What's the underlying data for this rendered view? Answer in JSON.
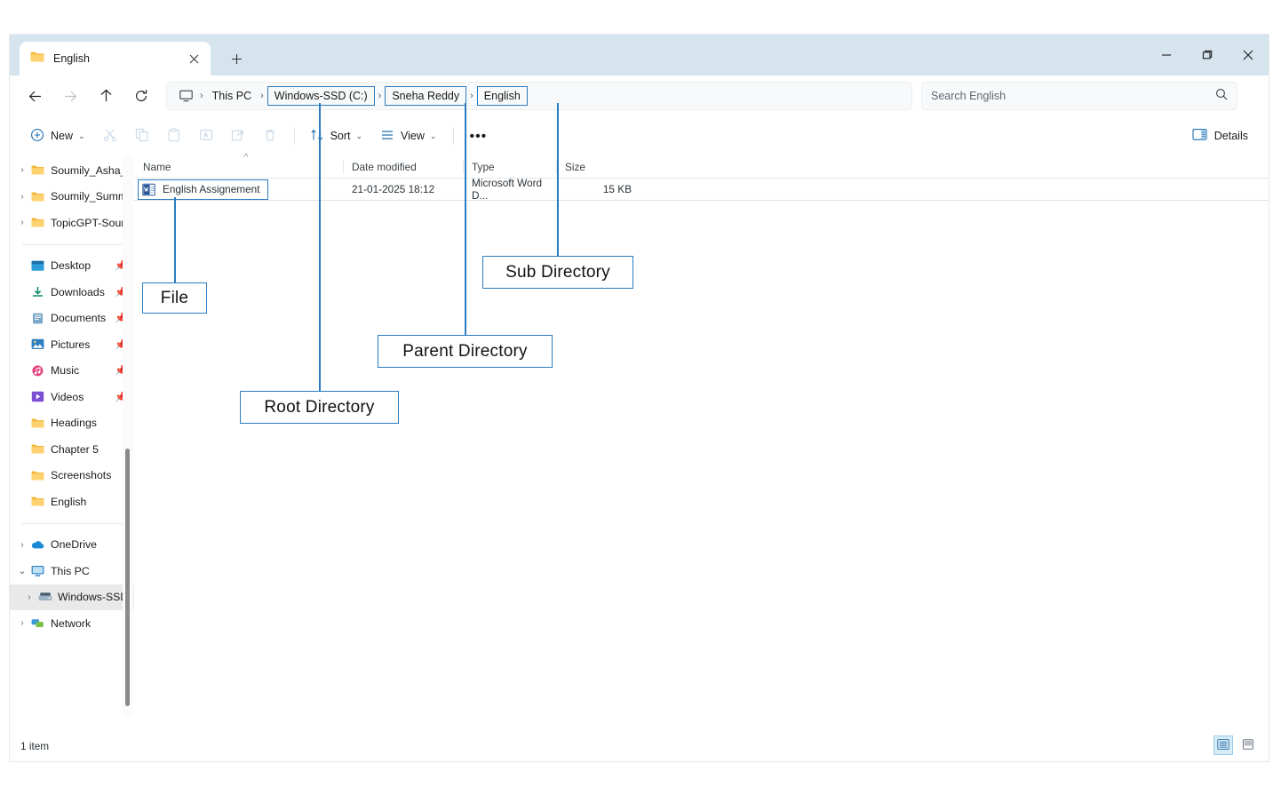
{
  "window": {
    "tab_title": "English",
    "tab_close_icon": "close-icon",
    "new_tab_icon": "plus-icon",
    "minimize_icon": "minimize-icon",
    "maximize_icon": "restore-icon",
    "close_icon": "close-icon"
  },
  "nav": {
    "back_icon": "arrow-left-icon",
    "forward_icon": "arrow-right-icon",
    "up_icon": "arrow-up-icon",
    "refresh_icon": "refresh-icon",
    "breadcrumb": {
      "root_icon": "monitor-icon",
      "items": [
        {
          "label": "This PC",
          "boxed": false
        },
        {
          "label": "Windows-SSD (C:)",
          "boxed": true
        },
        {
          "label": "Sneha Reddy",
          "boxed": true
        },
        {
          "label": "English",
          "boxed": true
        }
      ],
      "separator": "›"
    },
    "search": {
      "placeholder": "Search English",
      "icon": "search-icon"
    }
  },
  "toolbar": {
    "new_label": "New",
    "new_icon": "plus-circle-icon",
    "chevron": "⌄",
    "cut_icon": "scissors-icon",
    "copy_icon": "copy-icon",
    "paste_icon": "paste-icon",
    "rename_icon": "rename-icon",
    "share_icon": "share-icon",
    "delete_icon": "trash-icon",
    "sort_label": "Sort",
    "sort_icon": "sort-arrows-icon",
    "view_label": "View",
    "view_icon": "list-lines-icon",
    "more_label": "•••",
    "details_label": "Details",
    "details_icon": "details-pane-icon"
  },
  "sidebar": {
    "groups": [
      {
        "items": [
          {
            "label": "Soumily_Asha_",
            "icon": "folder-icon",
            "expandable": true,
            "pinned": false,
            "selected": false
          },
          {
            "label": "Soumily_Summ",
            "icon": "folder-icon",
            "expandable": true,
            "pinned": false,
            "selected": false
          },
          {
            "label": "TopicGPT-Sour",
            "icon": "folder-icon",
            "expandable": true,
            "pinned": false,
            "selected": false
          }
        ]
      },
      {
        "items": [
          {
            "label": "Desktop",
            "icon": "desktop-icon",
            "expandable": false,
            "pinned": true,
            "selected": false
          },
          {
            "label": "Downloads",
            "icon": "download-icon",
            "expandable": false,
            "pinned": true,
            "selected": false
          },
          {
            "label": "Documents",
            "icon": "documents-icon",
            "expandable": false,
            "pinned": true,
            "selected": false
          },
          {
            "label": "Pictures",
            "icon": "pictures-icon",
            "expandable": false,
            "pinned": true,
            "selected": false
          },
          {
            "label": "Music",
            "icon": "music-icon",
            "expandable": false,
            "pinned": true,
            "selected": false
          },
          {
            "label": "Videos",
            "icon": "videos-icon",
            "expandable": false,
            "pinned": true,
            "selected": false
          },
          {
            "label": "Headings",
            "icon": "folder-icon",
            "expandable": false,
            "pinned": false,
            "selected": false
          },
          {
            "label": "Chapter 5",
            "icon": "folder-icon",
            "expandable": false,
            "pinned": false,
            "selected": false
          },
          {
            "label": "Screenshots",
            "icon": "folder-icon",
            "expandable": false,
            "pinned": false,
            "selected": false
          },
          {
            "label": "English",
            "icon": "folder-icon",
            "expandable": false,
            "pinned": false,
            "selected": false
          }
        ]
      },
      {
        "items": [
          {
            "label": "OneDrive",
            "icon": "cloud-icon",
            "expandable": true,
            "pinned": false,
            "selected": false
          },
          {
            "label": "This PC",
            "icon": "monitor-icon",
            "expandable": true,
            "expanded": true,
            "pinned": false,
            "selected": false
          },
          {
            "label": "Windows-SSD",
            "icon": "drive-icon",
            "expandable": true,
            "pinned": false,
            "selected": true
          },
          {
            "label": "Network",
            "icon": "network-icon",
            "expandable": true,
            "pinned": false,
            "selected": false
          }
        ]
      }
    ]
  },
  "filelist": {
    "columns": [
      "Name",
      "Date modified",
      "Type",
      "Size"
    ],
    "sort_indicator": "˄",
    "rows": [
      {
        "name": "English Assignement",
        "icon": "word-doc-icon",
        "date_modified": "21-01-2025 18:12",
        "type": "Microsoft Word D...",
        "size": "15 KB",
        "selected": true
      }
    ]
  },
  "status": {
    "item_count": "1 item",
    "view_details_icon": "details-view-icon",
    "view_thumbnail_icon": "thumbnail-view-icon"
  },
  "annotations": [
    {
      "label": "File"
    },
    {
      "label": "Root Directory"
    },
    {
      "label": "Parent Directory"
    },
    {
      "label": "Sub Directory"
    }
  ],
  "colors": {
    "accent": "#2b7cc2",
    "titlebar": "#d6e4ee",
    "folder": "#f6c košík"
  }
}
